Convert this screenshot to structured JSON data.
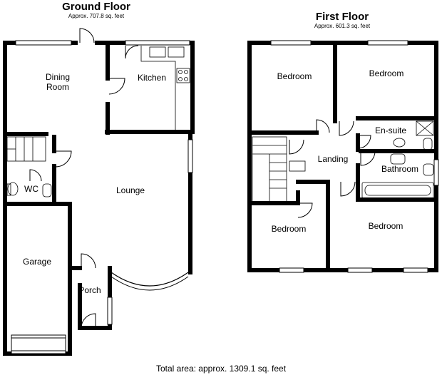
{
  "ground_floor": {
    "title": "Ground Floor",
    "area": "Approx. 707.8 sq. feet",
    "rooms": {
      "dining_line1": "Dining",
      "dining_line2": "Room",
      "kitchen": "Kitchen",
      "wc": "WC",
      "lounge": "Lounge",
      "garage": "Garage",
      "porch": "Porch"
    }
  },
  "first_floor": {
    "title": "First Floor",
    "area": "Approx. 601.3 sq. feet",
    "rooms": {
      "bedroom_1": "Bedroom",
      "bedroom_2": "Bedroom",
      "ensuite": "En-suite",
      "landing": "Landing",
      "bathroom": "Bathroom",
      "bedroom_3": "Bedroom",
      "bedroom_4": "Bedroom"
    }
  },
  "total_area": "Total area: approx. 1309.1 sq. feet",
  "colors": {
    "wall": "#000000",
    "background": "#ffffff"
  }
}
